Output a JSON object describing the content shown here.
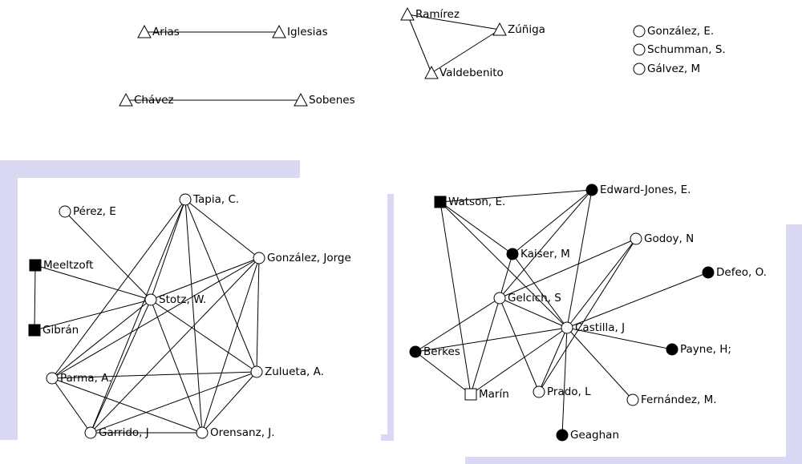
{
  "colors": {
    "background": "#ffffff",
    "panel": "#d9d9f3",
    "edge": "#000000",
    "node_fill_white": "#ffffff",
    "node_fill_black": "#000000"
  },
  "diagram": {
    "type": "social-network",
    "node_shapes": [
      "triangle",
      "circle",
      "square"
    ],
    "groups": [
      {
        "nodes": [
          {
            "id": "arias",
            "label": "Arias",
            "shape": "triangle",
            "fill": "white"
          },
          {
            "id": "iglesias",
            "label": "Iglesias",
            "shape": "triangle",
            "fill": "white"
          }
        ],
        "edges": [
          [
            "arias",
            "iglesias"
          ]
        ]
      },
      {
        "nodes": [
          {
            "id": "chavez",
            "label": "Chávez",
            "shape": "triangle",
            "fill": "white"
          },
          {
            "id": "sobenes",
            "label": "Sobenes",
            "shape": "triangle",
            "fill": "white"
          }
        ],
        "edges": [
          [
            "chavez",
            "sobenes"
          ]
        ]
      },
      {
        "nodes": [
          {
            "id": "ramirez",
            "label": "Ramírez",
            "shape": "triangle",
            "fill": "white"
          },
          {
            "id": "zuniga",
            "label": "Zúñiga",
            "shape": "triangle",
            "fill": "white"
          },
          {
            "id": "valdebenito",
            "label": "Valdebenito",
            "shape": "triangle",
            "fill": "white"
          }
        ],
        "edges": [
          [
            "ramirez",
            "zuniga"
          ],
          [
            "ramirez",
            "valdebenito"
          ],
          [
            "zuniga",
            "valdebenito"
          ]
        ]
      },
      {
        "nodes": [
          {
            "id": "gonzalez_e",
            "label": "González, E.",
            "shape": "circle",
            "fill": "white"
          },
          {
            "id": "schumman",
            "label": "Schumman, S.",
            "shape": "circle",
            "fill": "white"
          },
          {
            "id": "galvez",
            "label": "Gálvez, M",
            "shape": "circle",
            "fill": "white"
          }
        ],
        "edges": []
      },
      {
        "nodes": [
          {
            "id": "tapia",
            "label": "Tapia, C.",
            "shape": "circle",
            "fill": "white"
          },
          {
            "id": "perez",
            "label": "Pérez, E",
            "shape": "circle",
            "fill": "white"
          },
          {
            "id": "gonzalez_jorge",
            "label": "González, Jorge",
            "shape": "circle",
            "fill": "white"
          },
          {
            "id": "meeltzoft",
            "label": "Meeltzoft",
            "shape": "square",
            "fill": "black"
          },
          {
            "id": "stotz",
            "label": "Stotz, W.",
            "shape": "circle",
            "fill": "white"
          },
          {
            "id": "gibran",
            "label": "Gibrán",
            "shape": "square",
            "fill": "black"
          },
          {
            "id": "parma",
            "label": "Parma, A.",
            "shape": "circle",
            "fill": "white"
          },
          {
            "id": "zulueta",
            "label": "Zulueta, A.",
            "shape": "circle",
            "fill": "white"
          },
          {
            "id": "garrido",
            "label": "Garrido, J",
            "shape": "circle",
            "fill": "white"
          },
          {
            "id": "orensanz",
            "label": "Orensanz, J.",
            "shape": "circle",
            "fill": "white"
          }
        ],
        "edges": [
          [
            "meeltzoft",
            "gibran"
          ],
          [
            "meeltzoft",
            "stotz"
          ],
          [
            "perez",
            "stotz"
          ],
          [
            "gibran",
            "stotz"
          ],
          [
            "tapia",
            "stotz"
          ],
          [
            "tapia",
            "gonzalez_jorge"
          ],
          [
            "tapia",
            "parma"
          ],
          [
            "tapia",
            "garrido"
          ],
          [
            "tapia",
            "orensanz"
          ],
          [
            "tapia",
            "zulueta"
          ],
          [
            "gonzalez_jorge",
            "stotz"
          ],
          [
            "gonzalez_jorge",
            "parma"
          ],
          [
            "gonzalez_jorge",
            "garrido"
          ],
          [
            "gonzalez_jorge",
            "orensanz"
          ],
          [
            "gonzalez_jorge",
            "zulueta"
          ],
          [
            "stotz",
            "parma"
          ],
          [
            "stotz",
            "garrido"
          ],
          [
            "stotz",
            "orensanz"
          ],
          [
            "stotz",
            "zulueta"
          ],
          [
            "parma",
            "zulueta"
          ],
          [
            "parma",
            "orensanz"
          ],
          [
            "parma",
            "garrido"
          ],
          [
            "garrido",
            "zulueta"
          ],
          [
            "orensanz",
            "zulueta"
          ],
          [
            "garrido",
            "orensanz"
          ]
        ]
      },
      {
        "nodes": [
          {
            "id": "watson",
            "label": "Watson, E.",
            "shape": "square",
            "fill": "black"
          },
          {
            "id": "edward_jones",
            "label": "Edward-Jones, E.",
            "shape": "circle",
            "fill": "black"
          },
          {
            "id": "kaiser",
            "label": "Kaiser, M",
            "shape": "circle",
            "fill": "black"
          },
          {
            "id": "godoy",
            "label": "Godoy, N",
            "shape": "circle",
            "fill": "white"
          },
          {
            "id": "defeo",
            "label": "Defeo, O.",
            "shape": "circle",
            "fill": "black"
          },
          {
            "id": "gelcich",
            "label": "Gelcich, S",
            "shape": "circle",
            "fill": "white"
          },
          {
            "id": "castilla",
            "label": "Castilla, J",
            "shape": "circle",
            "fill": "white"
          },
          {
            "id": "berkes",
            "label": "Berkes",
            "shape": "circle",
            "fill": "black"
          },
          {
            "id": "payne",
            "label": "Payne, H;",
            "shape": "circle",
            "fill": "black"
          },
          {
            "id": "marin",
            "label": "Marín",
            "shape": "square",
            "fill": "white"
          },
          {
            "id": "prado",
            "label": "Prado, L",
            "shape": "circle",
            "fill": "white"
          },
          {
            "id": "fernandez",
            "label": "Fernández, M.",
            "shape": "circle",
            "fill": "white"
          },
          {
            "id": "geaghan",
            "label": "Geaghan",
            "shape": "circle",
            "fill": "black"
          }
        ],
        "edges": [
          [
            "watson",
            "edward_jones"
          ],
          [
            "watson",
            "kaiser"
          ],
          [
            "watson",
            "castilla"
          ],
          [
            "watson",
            "marin"
          ],
          [
            "edward_jones",
            "kaiser"
          ],
          [
            "edward_jones",
            "gelcich"
          ],
          [
            "edward_jones",
            "castilla"
          ],
          [
            "kaiser",
            "gelcich"
          ],
          [
            "kaiser",
            "castilla"
          ],
          [
            "godoy",
            "gelcich"
          ],
          [
            "godoy",
            "castilla"
          ],
          [
            "godoy",
            "prado"
          ],
          [
            "defeo",
            "castilla"
          ],
          [
            "gelcich",
            "castilla"
          ],
          [
            "gelcich",
            "berkes"
          ],
          [
            "gelcich",
            "marin"
          ],
          [
            "gelcich",
            "prado"
          ],
          [
            "castilla",
            "berkes"
          ],
          [
            "castilla",
            "payne"
          ],
          [
            "castilla",
            "marin"
          ],
          [
            "castilla",
            "prado"
          ],
          [
            "castilla",
            "fernandez"
          ],
          [
            "castilla",
            "geaghan"
          ],
          [
            "berkes",
            "marin"
          ]
        ]
      }
    ]
  }
}
